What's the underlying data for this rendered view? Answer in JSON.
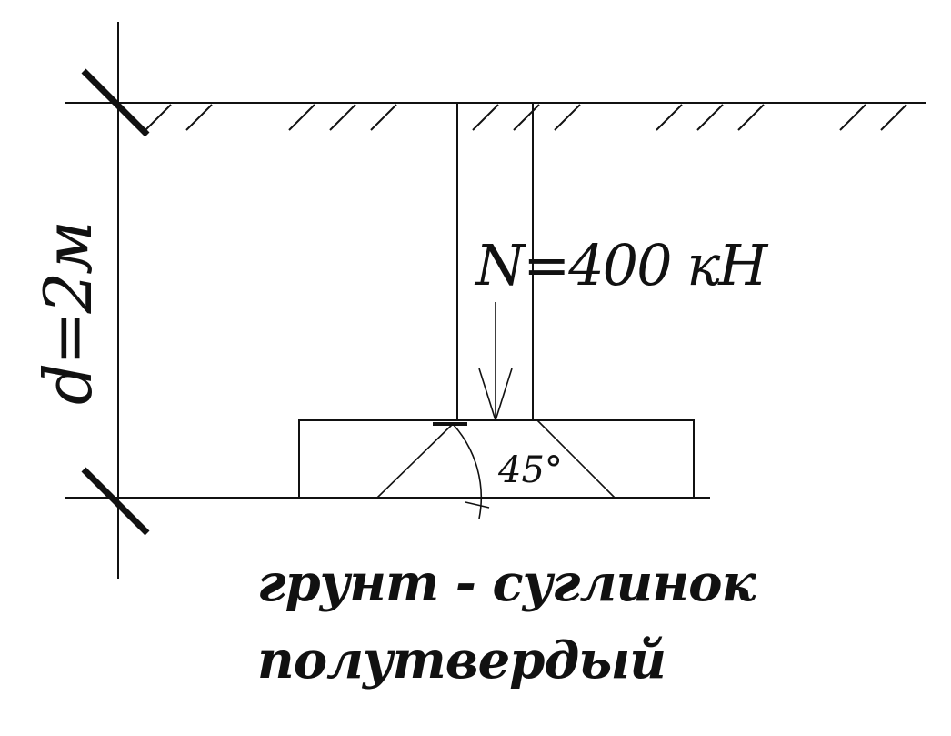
{
  "load_label": "N=400 кН",
  "depth_label": "d=2м",
  "angle_label": "45°",
  "soil": {
    "line1": "грунт - суглинок",
    "line2": "полутвердый"
  }
}
